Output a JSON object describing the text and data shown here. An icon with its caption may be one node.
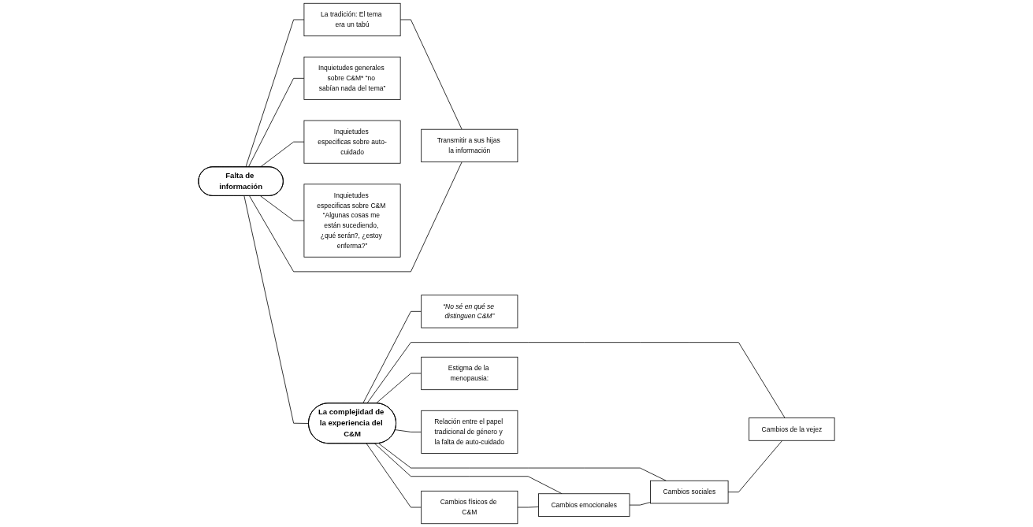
{
  "diagram": {
    "nodes": [
      {
        "text": [
          "Falta de información"
        ]
      },
      {
        "text": [
          "La tradición: El tema era un tabú"
        ]
      },
      {
        "text": [
          "Transmitir a sus hijas la información"
        ]
      },
      {
        "text": [
          "Inquietudes generales sobre C&M* “no sabían nada del tema”"
        ]
      },
      {
        "text": [
          "Inquietudes especificas sobre auto-cuidado"
        ]
      },
      {
        "text": [
          "Inquietudes especificas sobre C&M “Algunas cosas me están sucediendo, ¿qué serán?, ¿estoy enferma?”"
        ]
      },
      {
        "text": [
          "La complejidad de la experiencia del C&M"
        ]
      },
      {
        "text": [
          "“No sé en qué se distinguen C&M”"
        ]
      },
      {
        "text": [
          "Cambios físicos de C&M"
        ]
      },
      {
        "text": [
          "Cambios emocionales"
        ]
      },
      {
        "text": [
          "Cambios sociales"
        ]
      },
      {
        "text": [
          "Cambios de la vejez"
        ]
      },
      {
        "text": [
          "Estigma de la menopausia:"
        ]
      },
      {
        "text": [
          "Relación entre el papel tradicional de género y la falta de auto-cuidado"
        ]
      }
    ],
    "edges": [
      {
        "from": 0,
        "to": 1,
        "arrow": "none"
      },
      {
        "from": 1,
        "to": 2,
        "arrow": "none"
      },
      {
        "from": 0,
        "to": 2,
        "arrow": "none"
      },
      {
        "from": 0,
        "to": 3,
        "arrow": "none"
      },
      {
        "from": 0,
        "to": 4,
        "arrow": "none"
      },
      {
        "from": 0,
        "to": 5,
        "arrow": "none"
      },
      {
        "from": 0,
        "to": 6,
        "arrow": "none"
      },
      {
        "from": 6,
        "to": 7,
        "arrow": "none"
      },
      {
        "from": 6,
        "to": 8,
        "arrow": "none"
      },
      {
        "from": 6,
        "to": 9,
        "arrow": "none"
      },
      {
        "from": 6,
        "to": 10,
        "arrow": "none"
      },
      {
        "from": 6,
        "to": 11,
        "arrow": "none"
      },
      {
        "from": 8,
        "to": 9,
        "arrow": "none"
      },
      {
        "from": 9,
        "to": 10,
        "arrow": "none"
      },
      {
        "from": 10,
        "to": 11,
        "arrow": "none"
      },
      {
        "from": 6,
        "to": 12,
        "arrow": "none"
      },
      {
        "from": 6,
        "to": 13,
        "arrow": "none"
      }
    ]
  }
}
